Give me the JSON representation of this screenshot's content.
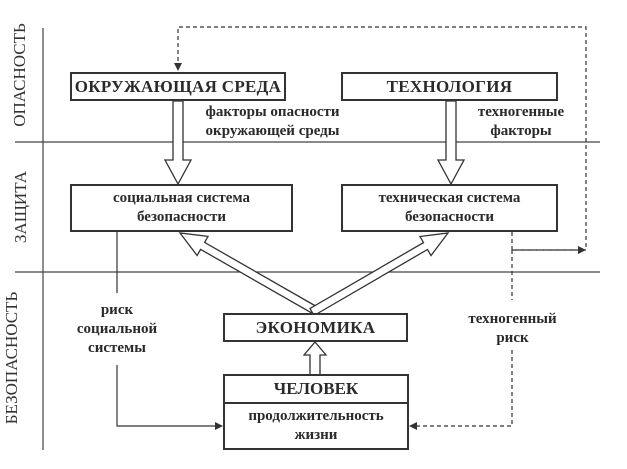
{
  "zones": {
    "danger": "ОПАСНОСТЬ",
    "protection": "ЗАЩИТА",
    "safety": "БЕЗОПАСНОСТЬ"
  },
  "boxes": {
    "environment": "ОКРУЖАЮЩАЯ СРЕДА",
    "technology": "ТЕХНОЛОГИЯ",
    "social_system": "социальная система безопасности",
    "technical_system": "техническая система безопасности",
    "economy": "ЭКОНОМИКА",
    "human": "ЧЕЛОВЕК",
    "life_expectancy": "продолжительность жизни"
  },
  "labels": {
    "environmental_factors_1": "факторы опасности",
    "environmental_factors_2": "окружающей среды",
    "technogenic_factors_1": "техногенные",
    "technogenic_factors_2": "факторы",
    "social_risk_1": "риск",
    "social_risk_2": "социальной",
    "social_risk_3": "системы",
    "technogenic_risk_1": "техногенный",
    "technogenic_risk_2": "риск"
  },
  "colors": {
    "line": "#333333",
    "background": "#ffffff"
  }
}
